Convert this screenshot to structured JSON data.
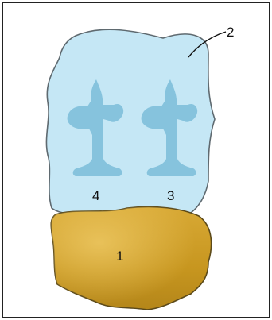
{
  "labels": {
    "part1": "1",
    "part2": "2",
    "part3": "3",
    "part4": "4"
  },
  "colors": {
    "frame_border": "#222222",
    "mold_fill": "#c5e7f5",
    "mold_stroke": "#5f6a70",
    "impression_fill": "#86c3dd",
    "base_fill": "#d3a12d",
    "base_highlight": "#e9bd4f",
    "base_stroke": "#5c4a1a"
  }
}
